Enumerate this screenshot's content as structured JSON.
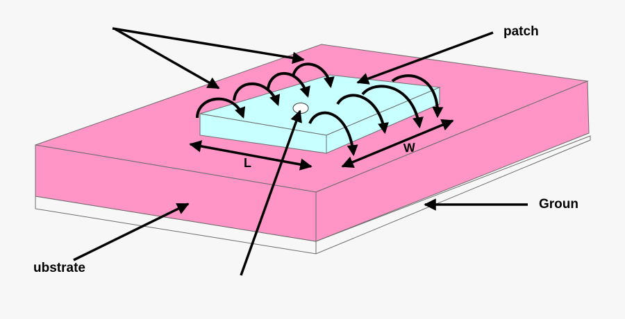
{
  "diagram": {
    "type": "microstrip patch antenna (perspective view)",
    "colors": {
      "background": "#f7f7f7",
      "substrate": "#ff94c6",
      "patch": "#c8ffff",
      "ground": "#f7f7f7",
      "outline": "#6a6a6a",
      "arrows": "#000000",
      "feed_point": "#ffffff"
    },
    "labels": {
      "patch": "patch",
      "ground": "Groun",
      "substrate": "ubstrate",
      "length": "L",
      "width": "W"
    },
    "icons": {
      "feed": "feed-point-ellipse",
      "fringing_fields": "curved-arrow-arcs",
      "dimension": "double-headed-arrow"
    }
  }
}
